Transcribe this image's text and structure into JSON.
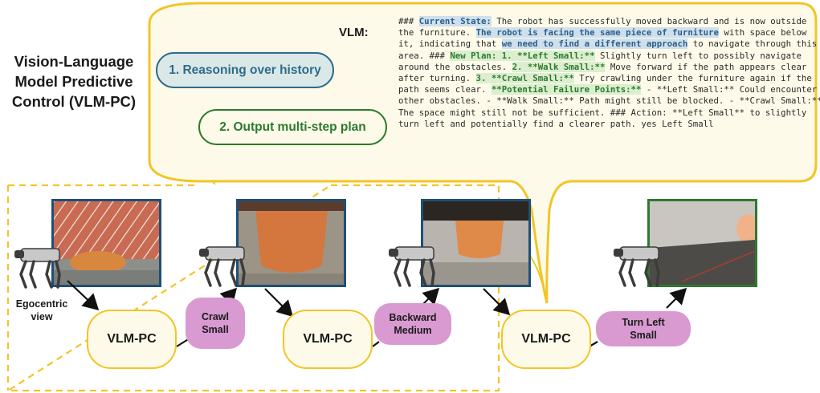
{
  "title": "Vision-Language\nModel Predictive\nControl (VLM-PC)",
  "pills": {
    "reasoning": "1. Reasoning over history",
    "plan": "2. Output multi-step plan"
  },
  "vlm_label": "VLM:",
  "vlm_output": {
    "s1": "### ",
    "s2": "Current State:",
    "s3": " The robot has successfully moved backward and is now outside the furniture. ",
    "s4": "The robot is facing the same piece of furniture",
    "s5": " with space below it, indicating that ",
    "s6": "we need to find a different approach",
    "s7": " to navigate through this area. ### ",
    "s8": "New Plan: 1. **Left Small:**",
    "s9": " Slightly turn left to possibly navigate around the obstacles. ",
    "s10": "2. **Walk Small:**",
    "s11": " Move forward if the path appears clear after turning. ",
    "s12": "3. **Crawl Small:**",
    "s13": " Try crawling under the furniture again if the path seems clear. ",
    "s14": "**Potential Failure Points:**",
    "s15": " - **Left Small:** Could encounter other obstacles. - **Walk Small:** Path might still be blocked. - **Crawl Small:** The space might still not be sufficient. ### Action: **Left Small** to slightly turn left and potentially find a clearer path. yes Left Small"
  },
  "egocentric_label": "Egocentric\nview",
  "nodes": [
    "VLM-PC",
    "VLM-PC",
    "VLM-PC"
  ],
  "actions": [
    "Crawl\nSmall",
    "Backward\nMedium",
    "Turn Left\nSmall"
  ],
  "colors": {
    "accent_yellow": "#f2c526",
    "reasoning_blue": "#2e6b8a",
    "plan_green": "#2c7a2c",
    "action_pink": "#d89ad1",
    "camera_border_blue": "#1e4f7a"
  },
  "icons": [
    "robot-dog-icon",
    "camera-view-image"
  ]
}
